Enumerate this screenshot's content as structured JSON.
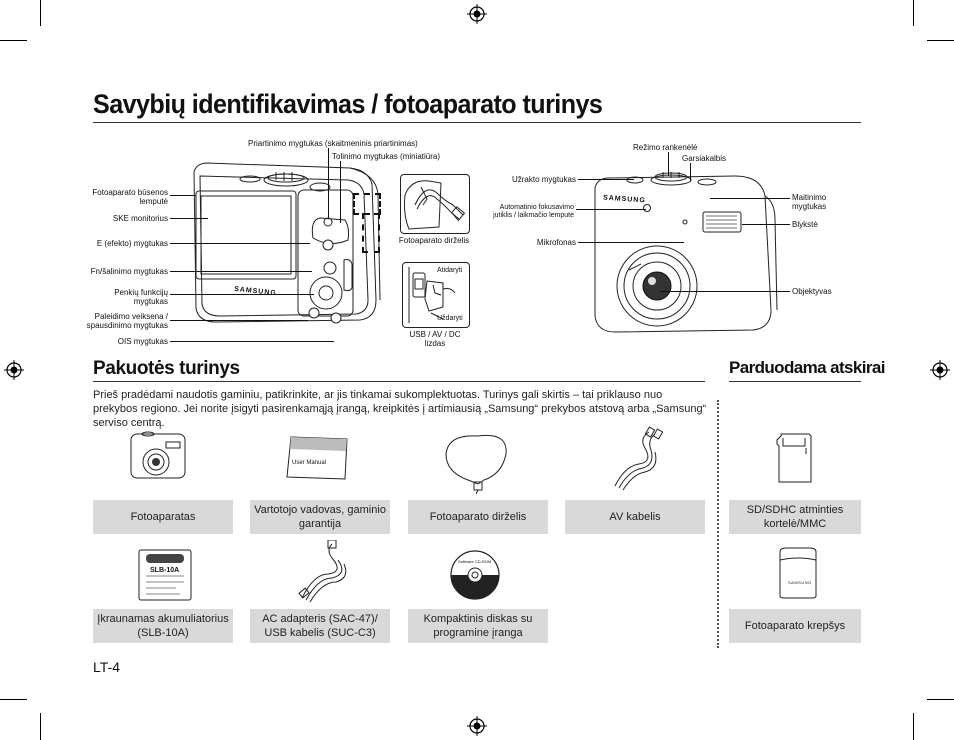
{
  "title": "Savybių identifikavimas / fotoaparato turinys",
  "labels": {
    "zoom_digital": "Priartinimo mygtukas (skaitmeninis priartinimas)",
    "zoom_thumb": "Tolinimo mygtukas (miniatiūra)",
    "status_lamp": "Fotoaparato būsenos lemputė",
    "lcd": "SKE monitorius",
    "effect": "E (efekto) mygtukas",
    "fn": "Fn/šalinimo mygtukas",
    "five_func": "Penkių funkcijų mygtukas",
    "playback": "Paleidimo veiksena / spausdinimo mygtukas",
    "ois": "OIS mygtukas",
    "strap": "Fotoaparato dirželis",
    "open": "Atidaryti",
    "close": "Uždaryti",
    "usb": "USB / AV / DC lizdas",
    "mode_dial": "Režimo rankenėlė",
    "speaker": "Garsiakalbis",
    "shutter": "Užrakto mygtukas",
    "af_lamp": "Automatinio fokusavimo jutiklis / laikmačio lemputė",
    "mic": "Mikrofonas",
    "power": "Maitinimo mygtukas",
    "flash": "Blykstė",
    "lens": "Objektyvas"
  },
  "brand": "SAMSUNG",
  "manual_cover_text": "User Manual",
  "battery_text": "SLB-10A",
  "cd_text": "Software CD-ROM",
  "package_heading": "Pakuotės turinys",
  "separate_heading": "Parduodama atskirai",
  "paragraph": "Prieš pradėdami naudotis gaminiu, patikrinkite, ar jis tinkamai sukomplektuotas. Turinys gali skirtis – tai priklauso nuo prekybos regiono. Jei norite įsigyti pasirenkamąją įrangą, kreipkitės į artimiausią „Samsung“ prekybos atstovą arba „Samsung“ serviso centrą.",
  "items": {
    "camera": "Fotoaparatas",
    "manual": "Vartotojo vadovas, gaminio garantija",
    "strap": "Fotoaparato dirželis",
    "av_cable": "AV kabelis",
    "battery": "Įkraunamas akumuliatorius (SLB-10A)",
    "ac_adapter": "AC adapteris (SAC-47)/ USB kabelis (SUC-C3)",
    "cd": "Kompaktinis diskas su programine įranga",
    "sd_card": "SD/SDHC atminties kortelė/MMC",
    "case": "Fotoaparato krepšys"
  },
  "page_number": "LT-4"
}
